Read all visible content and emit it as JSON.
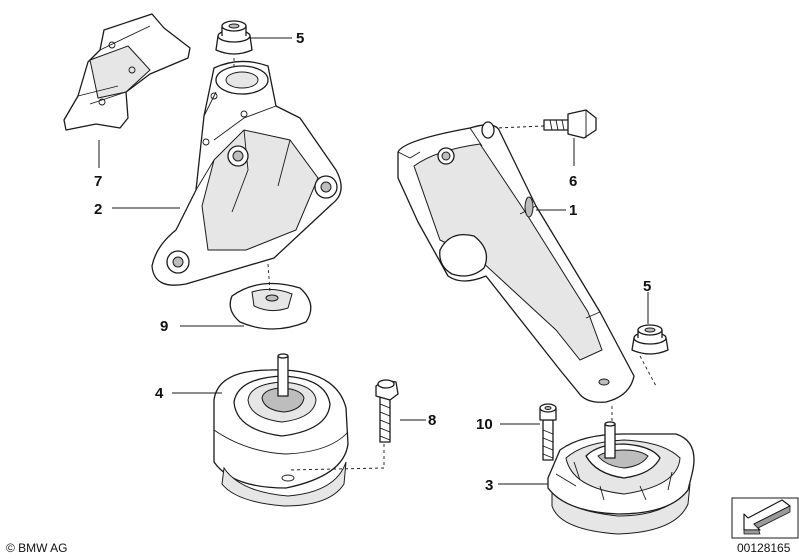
{
  "callouts": {
    "p1": "1",
    "p2": "2",
    "p3": "3",
    "p4": "4",
    "p5a": "5",
    "p5b": "5",
    "p6": "6",
    "p7": "7",
    "p8": "8",
    "p9": "9",
    "p10": "10"
  },
  "footer": {
    "copyright": "© BMW AG",
    "diagram_number": "00128165"
  },
  "icons": {
    "orientation": "arrow-orientation-icon"
  }
}
